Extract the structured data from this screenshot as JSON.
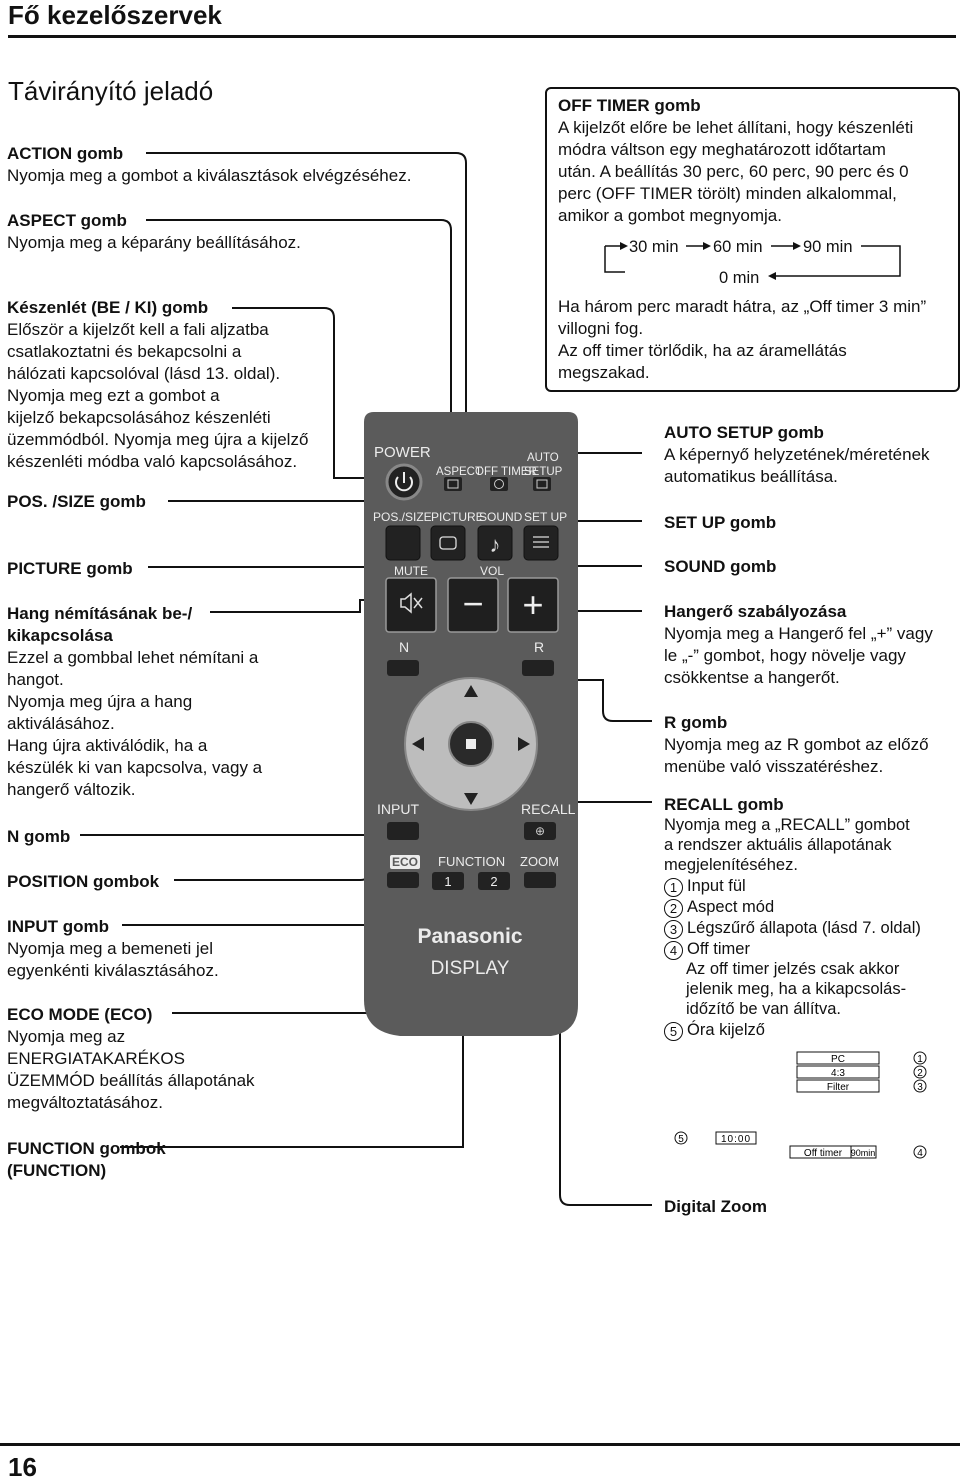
{
  "header": {
    "title": "Fő kezelőszervek",
    "page_number": "16"
  },
  "section_title": "Távirányító jeladó",
  "left": {
    "action_title": "ACTION gomb",
    "action_desc": "Nyomja meg a gombot a kiválasztások elvégzéséhez.",
    "aspect_title": "ASPECT gomb",
    "aspect_desc": "Nyomja meg a képarány beállításához.",
    "standby_title": "Készenlét (BE / KI) gomb",
    "standby_lines": [
      "Először a kijelzőt kell a fali aljzatba",
      "csatlakoztatni és bekapcsolni a",
      "hálózati kapcsolóval (lásd 13. oldal).",
      "Nyomja meg ezt a gombot a",
      "kijelző bekapcsolásához készenléti",
      "üzemmódból. Nyomja meg újra a kijelző",
      "készenléti módba való kapcsolásához."
    ],
    "pos_title": "POS. /SIZE gomb",
    "picture_title": "PICTURE gomb",
    "mute_title_1": "Hang némításának be-/",
    "mute_title_2": "kikapcsolása",
    "mute_lines": [
      "Ezzel a gombbal lehet némítani a",
      "hangot.",
      "Nyomja meg újra a hang",
      "aktiválásához.",
      "Hang újra aktiválódik, ha a",
      "készülék ki van kapcsolva, vagy a",
      "hangerő változik."
    ],
    "n_title": "N gomb",
    "position_title": "POSITION gombok",
    "input_title": "INPUT gomb",
    "input_lines": [
      "Nyomja meg a bemeneti jel",
      "egyenkénti kiválasztásához."
    ],
    "eco_title": "ECO MODE (ECO)",
    "eco_lines": [
      "Nyomja meg az",
      "ENERGIATAKARÉKOS",
      "ÜZEMMÓD beállítás állapotának",
      "megváltoztatásához."
    ],
    "function_title_1": "FUNCTION gombok",
    "function_title_2": "(FUNCTION)"
  },
  "right": {
    "offtimer_title": "OFF TIMER gomb",
    "offtimer_lines": [
      "A kijelzőt előre be lehet állítani, hogy készenléti",
      "módra váltson egy meghatározott időtartam",
      "után. A beállítás 30 perc, 60 perc, 90 perc és 0",
      "perc (OFF TIMER törölt) minden alkalommal,",
      "amikor a gombot megnyomja."
    ],
    "cycle": {
      "a": "30 min",
      "b": "60 min",
      "c": "90 min",
      "d": "0 min"
    },
    "offtimer_note_lines": [
      "Ha három perc maradt hátra, az „Off timer 3 min”",
      "villogni fog.",
      "Az off timer törlődik, ha az áramellátás",
      "megszakad."
    ],
    "autosetup_title": "AUTO SETUP gomb",
    "autosetup_lines": [
      "A képernyő helyzetének/méretének",
      "automatikus beállítása."
    ],
    "setup_title": "SET UP gomb",
    "sound_title": "SOUND gomb",
    "volume_title": "Hangerő szabályozása",
    "volume_lines": [
      "Nyomja meg a Hangerő fel „+” vagy",
      "le „-” gombot, hogy növelje vagy",
      "csökkentse a hangerőt."
    ],
    "r_title": "R gomb",
    "r_lines": [
      "Nyomja meg az R gombot az előző",
      "menübe való visszatéréshez."
    ],
    "recall_title": "RECALL gomb",
    "recall_lines": [
      "Nyomja meg a „RECALL” gombot",
      "a rendszer aktuális állapotának",
      "megjelenítéséhez."
    ],
    "recall_items": [
      {
        "num": "1",
        "text": "Input fül"
      },
      {
        "num": "2",
        "text": "Aspect mód"
      },
      {
        "num": "3",
        "text": "Légszűrő állapota (lásd 7. oldal)"
      },
      {
        "num": "4",
        "text": "Off timer"
      }
    ],
    "offtimer_extra_lines": [
      "Az off timer jelzés csak akkor",
      "jelenik meg, ha a kikapcsolás-",
      "időzítő be van állítva."
    ],
    "recall_item5": {
      "num": "5",
      "text": "Óra kijelző"
    },
    "osd": {
      "pc": "PC",
      "aspect": "4:3",
      "filter": "Filter",
      "clock": "10:00",
      "offtimer": "Off timer",
      "offtimer_val": "90min",
      "n1": "1",
      "n2": "2",
      "n3": "3",
      "n4": "4",
      "n5": "5"
    },
    "digital_zoom_title": "Digital Zoom"
  },
  "remote": {
    "power": "POWER",
    "aspect": "ASPECT",
    "off_timer": "OFF TIMER",
    "auto": "AUTO",
    "setup": "SETUP",
    "pos_size": "POS./SIZE",
    "picture": "PICTURE",
    "sound": "SOUND",
    "set_up": "SET UP",
    "mute": "MUTE",
    "vol": "VOL",
    "minus": "−",
    "plus": "+",
    "n": "N",
    "r": "R",
    "input": "INPUT",
    "recall": "RECALL",
    "eco": "ECO",
    "function": "FUNCTION",
    "zoom": "ZOOM",
    "f1": "1",
    "f2": "2",
    "brand": "Panasonic",
    "display": "DISPLAY"
  }
}
